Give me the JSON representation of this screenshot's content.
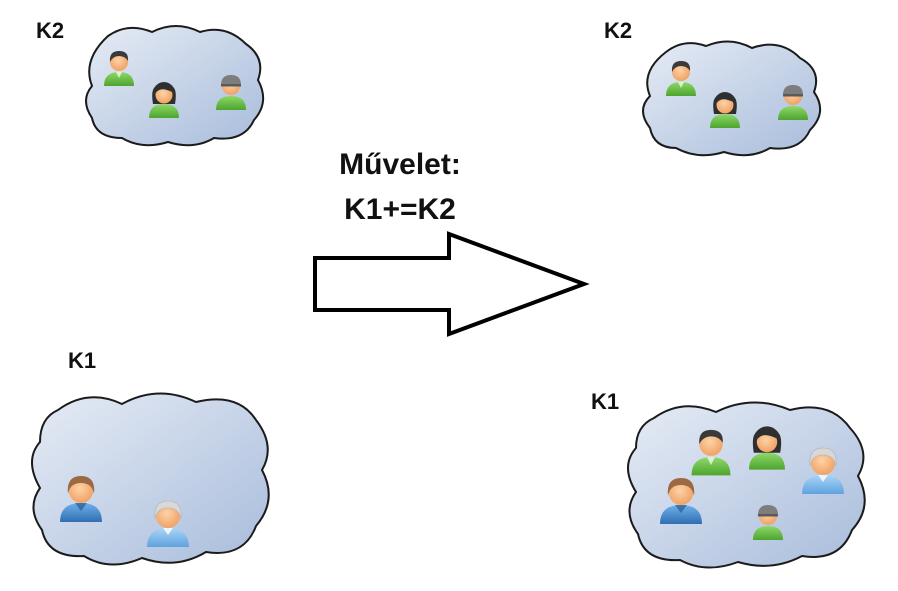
{
  "sets": {
    "before_k2": {
      "label": "K2"
    },
    "before_k1": {
      "label": "K1"
    },
    "after_k2": {
      "label": "K2"
    },
    "after_k1": {
      "label": "K1"
    }
  },
  "operation": {
    "title": "Művelet:",
    "expression": "K1+=K2"
  },
  "colors": {
    "cloud_fill_light": "#e3e9f3",
    "cloud_fill_dark": "#a9bddc",
    "cloud_stroke": "#1b1b1b",
    "green_shirt": "#6cc24a",
    "blue_shirt": "#4b8fd1",
    "skin": "#f7b882"
  }
}
